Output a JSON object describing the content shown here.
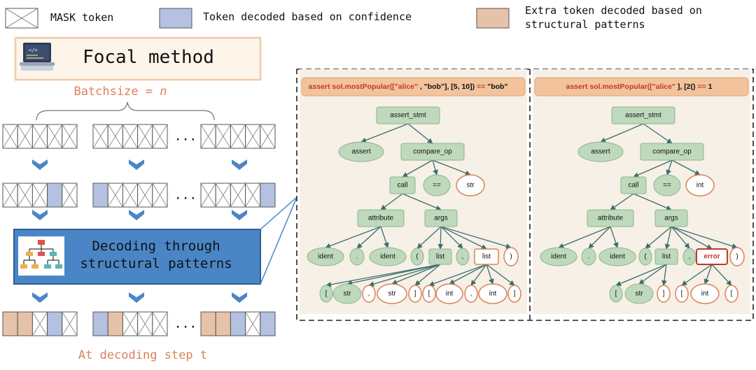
{
  "legend": {
    "mask_label": "MASK token",
    "confidence_label": "Token decoded based on confidence",
    "structural_label_line1": "Extra token decoded based on",
    "structural_label_line2": "structural patterns"
  },
  "focal": {
    "title": "Focal method"
  },
  "batch": {
    "label_prefix": "Batchsize = ",
    "label_var": "n",
    "ellipsis": "..."
  },
  "decoder": {
    "line1": "Decoding through",
    "line2": "structural patterns",
    "icon": "tree-structure-icon"
  },
  "step_label": "At decoding step t",
  "icons": {
    "laptop": "laptop-code-icon",
    "arrow": "chevron-down-icon"
  },
  "colors": {
    "mask_fill": "#ffffff",
    "confidence_fill": "#b4c1e1",
    "structural_fill": "#e6c3a8",
    "accent_orange": "#d98259",
    "decoder_blue": "#4a86c6",
    "tree_node_fill": "#bfd9bd",
    "tree_edge": "#3a6e6e",
    "panel_bg": "#f6f0e6",
    "header_bg": "#f2c39c",
    "header_text": "#c0392b"
  },
  "rows": [
    {
      "groups": [
        [
          "m",
          "m",
          "m",
          "m",
          "m"
        ],
        [
          "m",
          "m",
          "m",
          "m",
          "m"
        ],
        [
          "m",
          "m",
          "m",
          "m",
          "m"
        ]
      ]
    },
    {
      "groups": [
        [
          "m",
          "m",
          "m",
          "c",
          "m"
        ],
        [
          "c",
          "m",
          "m",
          "m",
          "m"
        ],
        [
          "m",
          "m",
          "m",
          "m",
          "c"
        ]
      ]
    },
    {
      "groups": [
        [
          "s",
          "s",
          "m",
          "c",
          "m"
        ],
        [
          "c",
          "s",
          "m",
          "m",
          "m"
        ],
        [
          "s",
          "s",
          "c",
          "m",
          "c"
        ]
      ]
    }
  ],
  "left_tree": {
    "header": [
      {
        "t": "assert sol.mostPopular([\"alice\"",
        "c": "red"
      },
      {
        "t": " , ",
        "c": "black"
      },
      {
        "t": "\"bob\"], [5, 10])",
        "c": "black"
      },
      {
        "t": " == ",
        "c": "red"
      },
      {
        "t": "\"bob\"",
        "c": "black"
      }
    ],
    "nodes": [
      {
        "id": "root",
        "label": "assert_stmt",
        "shape": "rect",
        "style": "g"
      },
      {
        "id": "assert",
        "label": "assert",
        "shape": "ellipse",
        "style": "g"
      },
      {
        "id": "cmp",
        "label": "compare_op",
        "shape": "rect",
        "style": "g"
      },
      {
        "id": "call",
        "label": "call",
        "shape": "rect",
        "style": "g"
      },
      {
        "id": "eq",
        "label": "==",
        "shape": "ellipse",
        "style": "g"
      },
      {
        "id": "str0",
        "label": "str",
        "shape": "ellipse",
        "style": "o"
      },
      {
        "id": "attr",
        "label": "attribute",
        "shape": "rect",
        "style": "g"
      },
      {
        "id": "args",
        "label": "args",
        "shape": "rect",
        "style": "g"
      },
      {
        "id": "id1",
        "label": "ident",
        "shape": "ellipse",
        "style": "g"
      },
      {
        "id": "dot",
        "label": ".",
        "shape": "ellipse",
        "style": "g"
      },
      {
        "id": "id2",
        "label": "ident",
        "shape": "ellipse",
        "style": "g"
      },
      {
        "id": "lp",
        "label": "(",
        "shape": "ellipse",
        "style": "g"
      },
      {
        "id": "list1",
        "label": "list",
        "shape": "rect",
        "style": "g"
      },
      {
        "id": "comma",
        "label": ",",
        "shape": "ellipse",
        "style": "g"
      },
      {
        "id": "list2",
        "label": "list",
        "shape": "rect",
        "style": "o"
      },
      {
        "id": "rp",
        "label": ")",
        "shape": "ellipse",
        "style": "o"
      },
      {
        "id": "lb1",
        "label": "[",
        "shape": "ellipse",
        "style": "g"
      },
      {
        "id": "s1",
        "label": "str",
        "shape": "ellipse",
        "style": "g"
      },
      {
        "id": "c1",
        "label": ",",
        "shape": "ellipse",
        "style": "o"
      },
      {
        "id": "s2",
        "label": "str",
        "shape": "ellipse",
        "style": "o"
      },
      {
        "id": "rb1",
        "label": "]",
        "shape": "ellipse",
        "style": "o"
      },
      {
        "id": "lb2",
        "label": "[",
        "shape": "ellipse",
        "style": "o"
      },
      {
        "id": "i1",
        "label": "int",
        "shape": "ellipse",
        "style": "o"
      },
      {
        "id": "c2",
        "label": ",",
        "shape": "ellipse",
        "style": "o"
      },
      {
        "id": "i2",
        "label": "int",
        "shape": "ellipse",
        "style": "o"
      },
      {
        "id": "rb2",
        "label": "]",
        "shape": "ellipse",
        "style": "o"
      }
    ],
    "edges": [
      [
        "root",
        "assert"
      ],
      [
        "root",
        "cmp"
      ],
      [
        "cmp",
        "call"
      ],
      [
        "cmp",
        "eq"
      ],
      [
        "cmp",
        "str0"
      ],
      [
        "call",
        "attr"
      ],
      [
        "call",
        "args"
      ],
      [
        "attr",
        "id1"
      ],
      [
        "attr",
        "dot"
      ],
      [
        "attr",
        "id2"
      ],
      [
        "args",
        "lp"
      ],
      [
        "args",
        "list1"
      ],
      [
        "args",
        "comma"
      ],
      [
        "args",
        "list2"
      ],
      [
        "args",
        "rp"
      ],
      [
        "list1",
        "lb1"
      ],
      [
        "list1",
        "s1"
      ],
      [
        "list1",
        "c1"
      ],
      [
        "list1",
        "s2"
      ],
      [
        "list1",
        "rb1"
      ],
      [
        "list2",
        "lb2"
      ],
      [
        "list2",
        "i1"
      ],
      [
        "list2",
        "c2"
      ],
      [
        "list2",
        "i2"
      ],
      [
        "list2",
        "rb2"
      ]
    ]
  },
  "right_tree": {
    "header": [
      {
        "t": "assert sol.mostPopular([\"alice\"",
        "c": "red"
      },
      {
        "t": " ], ",
        "c": "black"
      },
      {
        "t": "[2()",
        "c": "black"
      },
      {
        "t": " == ",
        "c": "red"
      },
      {
        "t": "1",
        "c": "black"
      }
    ],
    "nodes": [
      {
        "id": "root",
        "label": "assert_stmt",
        "shape": "rect",
        "style": "g"
      },
      {
        "id": "assert",
        "label": "assert",
        "shape": "ellipse",
        "style": "g"
      },
      {
        "id": "cmp",
        "label": "compare_op",
        "shape": "rect",
        "style": "g"
      },
      {
        "id": "call",
        "label": "call",
        "shape": "rect",
        "style": "g"
      },
      {
        "id": "eq",
        "label": "==",
        "shape": "ellipse",
        "style": "g"
      },
      {
        "id": "int0",
        "label": "int",
        "shape": "ellipse",
        "style": "o"
      },
      {
        "id": "attr",
        "label": "attribute",
        "shape": "rect",
        "style": "g"
      },
      {
        "id": "args",
        "label": "args",
        "shape": "rect",
        "style": "g"
      },
      {
        "id": "id1",
        "label": "ident",
        "shape": "ellipse",
        "style": "g"
      },
      {
        "id": "dot",
        "label": ".",
        "shape": "ellipse",
        "style": "g"
      },
      {
        "id": "id2",
        "label": "ident",
        "shape": "ellipse",
        "style": "g"
      },
      {
        "id": "lp",
        "label": "(",
        "shape": "ellipse",
        "style": "g"
      },
      {
        "id": "list1",
        "label": "list",
        "shape": "rect",
        "style": "g"
      },
      {
        "id": "comma",
        "label": ",",
        "shape": "ellipse",
        "style": "g"
      },
      {
        "id": "err",
        "label": "error",
        "shape": "rect",
        "style": "e"
      },
      {
        "id": "rp",
        "label": ")",
        "shape": "ellipse",
        "style": "o"
      },
      {
        "id": "lb1",
        "label": "[",
        "shape": "ellipse",
        "style": "g"
      },
      {
        "id": "s1",
        "label": "str",
        "shape": "ellipse",
        "style": "g"
      },
      {
        "id": "rb1",
        "label": "]",
        "shape": "ellipse",
        "style": "o"
      },
      {
        "id": "lb2",
        "label": "[",
        "shape": "ellipse",
        "style": "o"
      },
      {
        "id": "i1",
        "label": "int",
        "shape": "ellipse",
        "style": "o"
      },
      {
        "id": "lb3",
        "label": "[",
        "shape": "ellipse",
        "style": "o"
      }
    ],
    "edges": [
      [
        "root",
        "assert"
      ],
      [
        "root",
        "cmp"
      ],
      [
        "cmp",
        "call"
      ],
      [
        "cmp",
        "eq"
      ],
      [
        "cmp",
        "int0"
      ],
      [
        "call",
        "attr"
      ],
      [
        "call",
        "args"
      ],
      [
        "attr",
        "id1"
      ],
      [
        "attr",
        "dot"
      ],
      [
        "attr",
        "id2"
      ],
      [
        "args",
        "lp"
      ],
      [
        "args",
        "list1"
      ],
      [
        "args",
        "comma"
      ],
      [
        "args",
        "err"
      ],
      [
        "args",
        "rp"
      ],
      [
        "list1",
        "lb1"
      ],
      [
        "list1",
        "s1"
      ],
      [
        "list1",
        "rb1"
      ],
      [
        "err",
        "lb2"
      ],
      [
        "err",
        "i1"
      ],
      [
        "err",
        "lb3"
      ]
    ]
  }
}
